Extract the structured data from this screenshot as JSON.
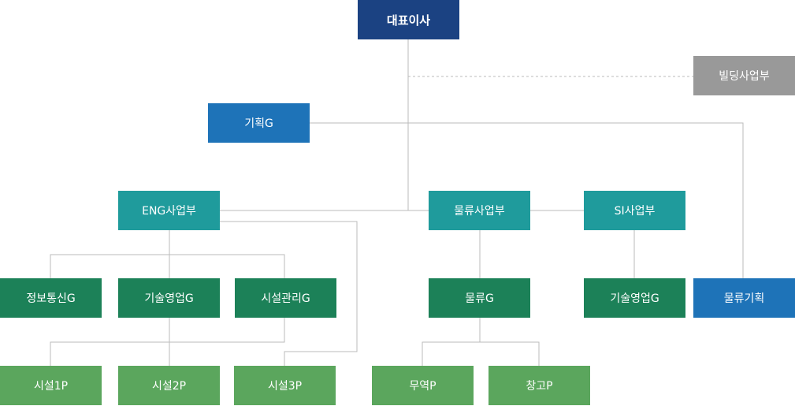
{
  "nodes": {
    "ceo": {
      "label": "대표이사",
      "color": "#1b4282"
    },
    "building": {
      "label": "빌딩사업부",
      "color": "#999999"
    },
    "planning": {
      "label": "기획G",
      "color": "#1e73b8"
    },
    "eng": {
      "label": "ENG사업부",
      "color": "#1f9b9c"
    },
    "logistics_div": {
      "label": "물류사업부",
      "color": "#1f9b9c"
    },
    "si": {
      "label": "SI사업부",
      "color": "#1f9b9c"
    },
    "infocomm": {
      "label": "정보통신G",
      "color": "#1c8158"
    },
    "tech_sales_eng": {
      "label": "기술영업G",
      "color": "#1c8158"
    },
    "facility_mgmt": {
      "label": "시설관리G",
      "color": "#1c8158"
    },
    "logistics_g": {
      "label": "물류G",
      "color": "#1c8158"
    },
    "tech_sales_si": {
      "label": "기술영업G",
      "color": "#1c8158"
    },
    "logistics_plan": {
      "label": "물류기획",
      "color": "#1e73b8"
    },
    "facility_1p": {
      "label": "시설1P",
      "color": "#5ba65d"
    },
    "facility_2p": {
      "label": "시설2P",
      "color": "#5ba65d"
    },
    "facility_3p": {
      "label": "시설3P",
      "color": "#5ba65d"
    },
    "trade_p": {
      "label": "무역P",
      "color": "#5ba65d"
    },
    "warehouse_p": {
      "label": "창고P",
      "color": "#5ba65d"
    }
  },
  "line_color": "#bbbbbb"
}
